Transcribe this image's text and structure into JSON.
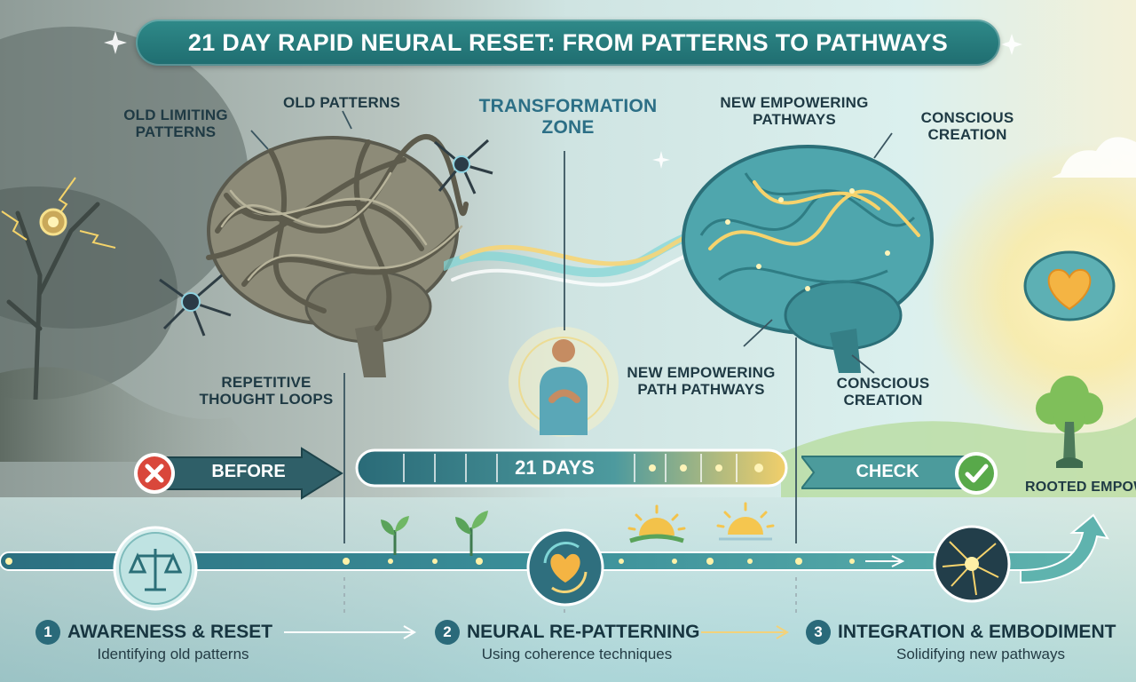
{
  "title": "21 DAY RAPID NEURAL RESET: FROM PATTERNS TO PATHWAYS",
  "labels": {
    "old_limiting_patterns": "OLD LIMITING PATTERNS",
    "old_patterns": "OLD PATTERNS",
    "transformation_zone": "TRANSFORMATION ZONE",
    "new_empowering_pathways_top": "NEW EMPOWERING PATHWAYS",
    "conscious_creation_top": "CONSCIOUS CREATION",
    "repetitive_thought_loops": "REPETITIVE THOUGHT LOOPS",
    "new_empowering_path_pathways": "NEW EMPOWERING PATH PATHWAYS",
    "conscious_creation_bottom": "CONSCIOUS CREATION",
    "rooted_empowerment": "ROOTED EMPOWERMENT"
  },
  "banners": {
    "before": "BEFORE",
    "days": "21 DAYS",
    "check": "CHECK"
  },
  "phases": [
    {
      "number": "1",
      "title": "AWARENESS & RESET",
      "subtitle": "Identifying old patterns"
    },
    {
      "number": "2",
      "title": "NEURAL RE-PATTERNING",
      "subtitle": "Using coherence techniques"
    },
    {
      "number": "3",
      "title": "INTEGRATION & EMBODIMENT",
      "subtitle": "Solidifying new pathways"
    }
  ],
  "colors": {
    "teal_dark": "#1f6d70",
    "teal_title": "#2c6f86",
    "gold": "#f3c24a",
    "red_x": "#d9473b",
    "green_check": "#58a94a"
  },
  "icons": [
    "x-icon",
    "check-icon",
    "scales-icon",
    "heart-cycle-icon",
    "neuron-icon",
    "sprout-icon",
    "sunrise-icon",
    "heart-brain-icon",
    "tree-icon",
    "person-icon"
  ]
}
